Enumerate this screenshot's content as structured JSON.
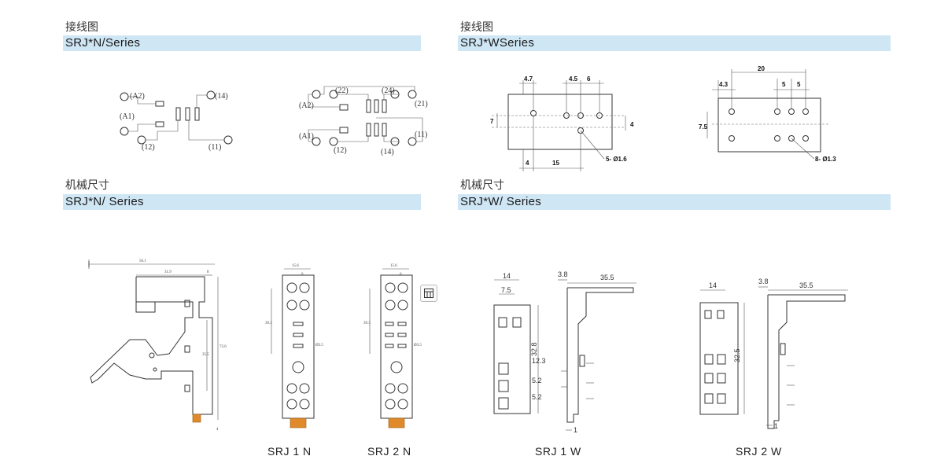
{
  "wiring_left": {
    "heading": "接线图",
    "series": "SRJ*N/Series",
    "diagram1_labels": [
      "(A2)",
      "(A1)",
      "(12)",
      "(14)",
      "(11)"
    ],
    "diagram2_labels": [
      "(22)",
      "(A2)",
      "(A1)",
      "(12)",
      "(24)",
      "(21)",
      "(11)",
      "(14)"
    ]
  },
  "wiring_right": {
    "heading": "接线图",
    "series": "SRJ*WSeries",
    "diagram1_dims": [
      "4.7",
      "4.5",
      "6",
      "7",
      "4",
      "4",
      "15",
      "5- Ø1.6"
    ],
    "diagram2_dims": [
      "20",
      "4.3",
      "5",
      "5",
      "7.5",
      "8- Ø1.3"
    ]
  },
  "mech_left": {
    "heading": "机械尺寸",
    "series": "SRJ*N/ Series",
    "side_dims": [
      "56.1",
      "31.9",
      "8",
      "72.6",
      "35.5",
      "4"
    ],
    "front_dims": [
      "15.6",
      "6",
      "39.3",
      "Ø3.5"
    ],
    "captions": [
      "SRJ 1 N",
      "SRJ 2 N"
    ]
  },
  "mech_right": {
    "heading": "机械尺寸",
    "series": "SRJ*W/ Series",
    "w1_dims": [
      "14",
      "7.5",
      "3.8",
      "35.5",
      "12.3",
      "32.8",
      "5.2",
      "5.2",
      "1"
    ],
    "w2_dims": [
      "14",
      "3.8",
      "35.5",
      "32.5",
      "1"
    ],
    "captions": [
      "SRJ 1 W",
      "SRJ 2 W"
    ]
  },
  "icons": {
    "table_icon": "table-icon"
  },
  "colors": {
    "series_bar": "#cfe6f5",
    "socket_tab": "#e08a2c"
  }
}
